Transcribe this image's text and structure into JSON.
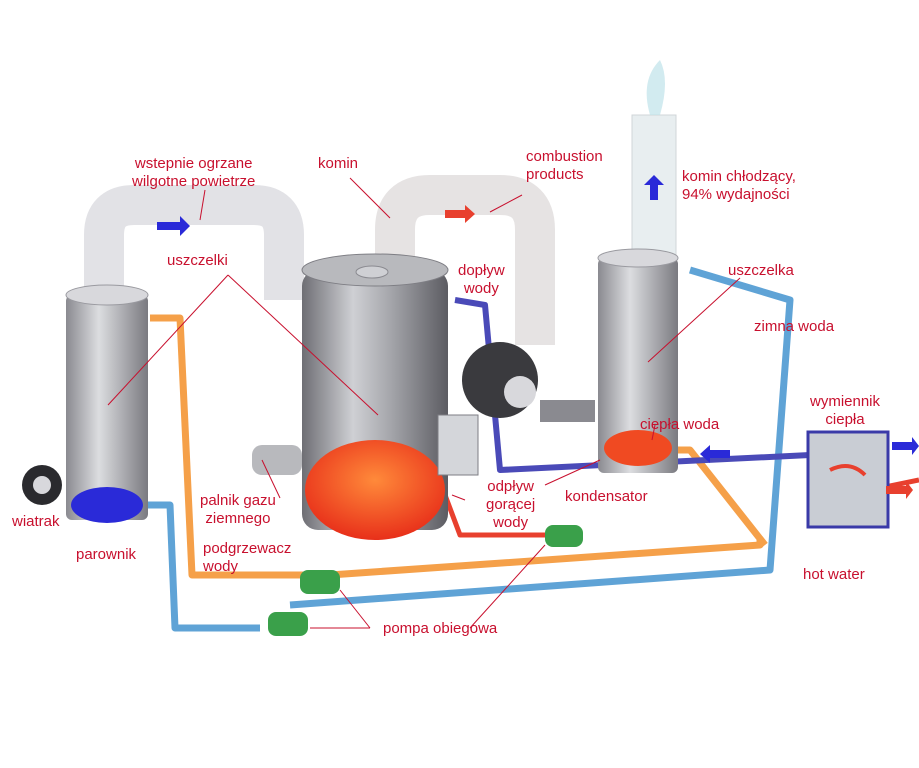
{
  "labels": {
    "preheated_air": [
      "wstepnie ogrzane",
      "wilgotne powietrze"
    ],
    "chimney": "komin",
    "combustion": [
      "combustion",
      "products"
    ],
    "cooling_chimney": [
      "komin chłodzący,",
      "94% wydajności"
    ],
    "seals": "uszczelki",
    "water_inlet": [
      "dopływ",
      "wody"
    ],
    "seal": "uszczelka",
    "cold_water": "zimna woda",
    "heat_exchanger": [
      "wymiennik",
      "ciepła"
    ],
    "warm_water": "ciepła woda",
    "fan": "wiatrak",
    "evaporator": "parownik",
    "gas_burner": [
      "palnik gazu",
      "ziemnego"
    ],
    "hot_water_outlet": [
      "odpływ",
      "gorącej",
      "wody"
    ],
    "condenser": "kondensator",
    "preheater": [
      "podgrzewacz",
      "wody"
    ],
    "hot_water": "hot water",
    "circ_pump": "pompa obiegowa"
  },
  "colors": {
    "label": "#c8102e",
    "hot_pipe": "#f5a049",
    "cold_pipe": "#5fa3d6",
    "return_pipe": "#4a4ab8",
    "hot_return": "#e8402e",
    "steel": "#9a9aa0",
    "flame": "#f04a22",
    "pump": "#3aa04a",
    "basin_blue": "#2a2ad8"
  }
}
